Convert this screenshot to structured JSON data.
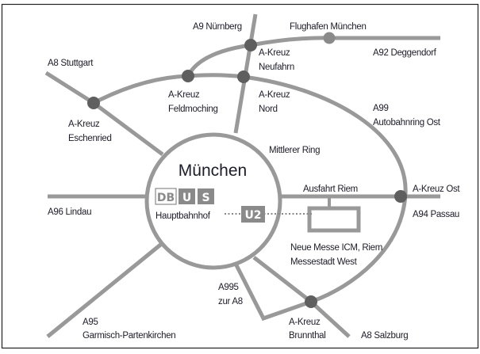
{
  "city": "München",
  "station": {
    "name": "Hauptbahnhof",
    "badges": [
      "DB",
      "U",
      "S"
    ],
    "line": "U2"
  },
  "labels": {
    "a9": "A9 Nürnberg",
    "airport": "Flughafen München",
    "a92": "A92 Deggendorf",
    "a8_stuttgart": "A8 Stuttgart",
    "neufahrn": [
      "A-Kreuz",
      "Neufahrn"
    ],
    "feldmoching": [
      "A-Kreuz",
      "Feldmoching"
    ],
    "nord": [
      "A-Kreuz",
      "Nord"
    ],
    "a99": [
      "A99",
      "Autobahnring Ost"
    ],
    "eschenried": [
      "A-Kreuz",
      "Eschenried"
    ],
    "mittlerer_ring": "Mittlerer Ring",
    "ausfahrt_riem": "Ausfahrt Riem",
    "kreuz_ost": "A-Kreuz Ost",
    "a94": "A94 Passau",
    "a96": "A96 Lindau",
    "messe": [
      "Neue Messe ICM, Riem",
      "Messestadt West"
    ],
    "a995": [
      "A995",
      "zur A8"
    ],
    "a95": [
      "A95",
      "Garmisch-Partenkirchen"
    ],
    "brunnthal": [
      "A-Kreuz",
      "Brunnthal"
    ],
    "a8_salzburg": "A8 Salzburg"
  },
  "colors": {
    "road": "#999999",
    "node": "#5f5f5f",
    "badge": "#8a8a8a",
    "text": "#1c1c2a"
  }
}
